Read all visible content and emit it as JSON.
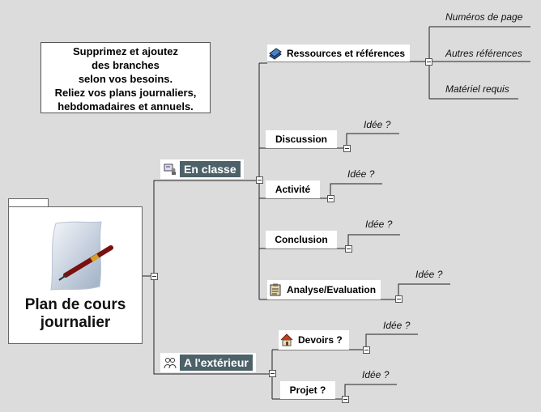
{
  "note": {
    "lines": [
      "Supprimez et ajoutez",
      "des branches",
      "selon vos besoins.",
      "Reliez vos plans journaliers,",
      "hebdomadaires et annuels."
    ]
  },
  "root": {
    "title_line1": "Plan de cours",
    "title_line2": "journalier"
  },
  "en_classe": {
    "label": "En classe",
    "ressources": {
      "label": "Ressources et références",
      "leaves": [
        "Numéros de page",
        "Autres références",
        "Matériel requis"
      ]
    },
    "discussion": {
      "label": "Discussion",
      "leaf": "Idée ?"
    },
    "activite": {
      "label": "Activité",
      "leaf": "Idée ?"
    },
    "conclusion": {
      "label": "Conclusion",
      "leaf": "Idée ?"
    },
    "analyse": {
      "label": "Analyse/Evaluation",
      "leaf": "Idée ?"
    }
  },
  "exterieur": {
    "label": "A l'extérieur",
    "devoirs": {
      "label": "Devoirs ?",
      "leaf": "Idée ?"
    },
    "projet": {
      "label": "Projet ?",
      "leaf": "Idée ?"
    }
  },
  "icons": [
    "pen-icon",
    "classroom-icon",
    "people-icon",
    "books-icon",
    "clipboard-icon",
    "house-icon"
  ]
}
